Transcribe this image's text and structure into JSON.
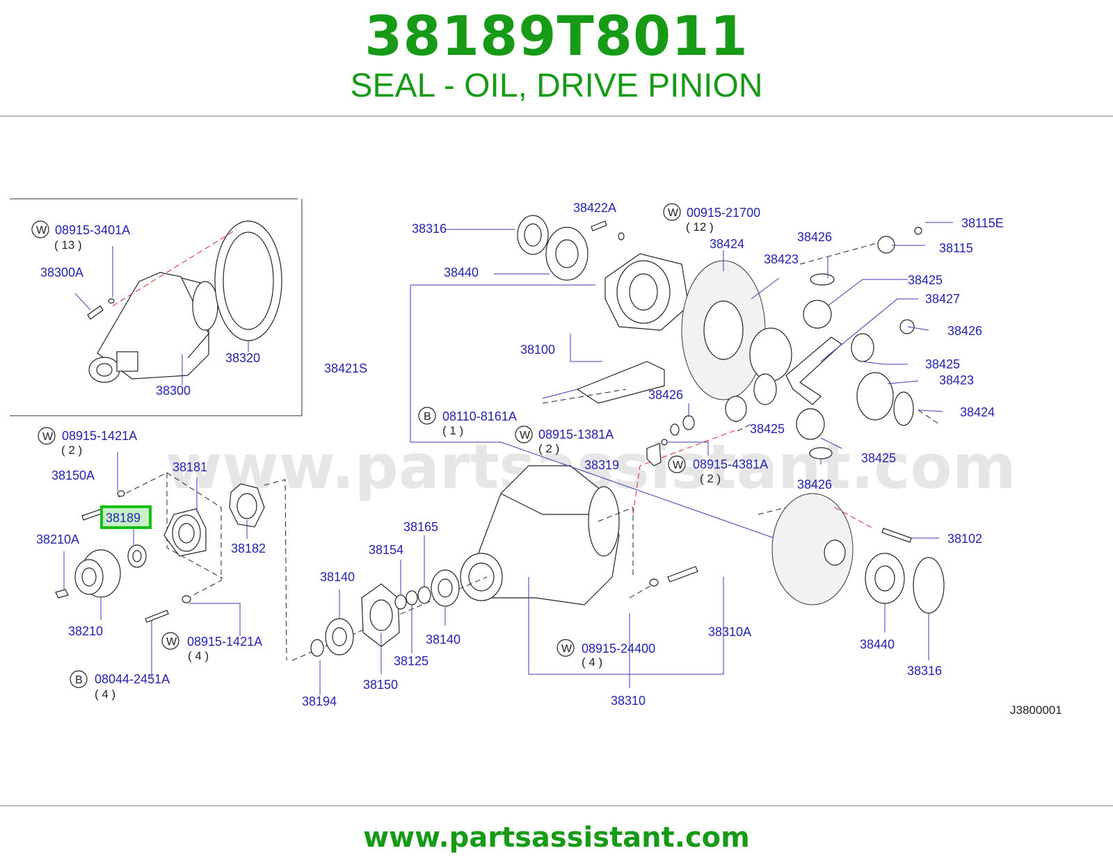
{
  "header": {
    "part_number": "38189T8011",
    "description": "SEAL - OIL, DRIVE PINION"
  },
  "watermark": "www.partsassistant.com",
  "footer": {
    "url": "www.partsassistant.com"
  },
  "diagram": {
    "drawing_code": "J3800001",
    "highlighted_part": "38189",
    "labels": {
      "p38316_top": "38316",
      "p38422A": "38422A",
      "p00915_21700": "00915-21700",
      "q12": "( 12 )",
      "p38115E": "38115E",
      "p38440_top": "38440",
      "p38424_top": "38424",
      "p38426_top": "38426",
      "p38115": "38115",
      "p38423_top": "38423",
      "p38425_a": "38425",
      "p38427": "38427",
      "p38426_b": "38426",
      "p38100": "38100",
      "p38425_b": "38425",
      "p38421S": "38421S",
      "p38423_b": "38423",
      "p38426_c": "38426",
      "p38424_b": "38424",
      "p38425_c": "38425",
      "p08110_8161A": "08110-8161A",
      "q1": "( 1 )",
      "p08915_1381A": "08915-1381A",
      "q2a": "( 2 )",
      "p38319": "38319",
      "p08915_4381A": "08915-4381A",
      "q2b": "( 2 )",
      "p38425_d": "38425",
      "p38426_d": "38426",
      "p08915_3401A": "08915-3401A",
      "q13": "( 13 )",
      "p38300A": "38300A",
      "p38320": "38320",
      "p38300": "38300",
      "p08915_1421A_a": "08915-1421A",
      "q2c": "( 2 )",
      "p38150A": "38150A",
      "p38181": "38181",
      "p38189": "38189",
      "p38210A": "38210A",
      "p38182": "38182",
      "p38210": "38210",
      "p08915_1421A_b": "08915-1421A",
      "q4a": "( 4 )",
      "p08044_2451A": "08044-2451A",
      "q4b": "( 4 )",
      "p38165": "38165",
      "p38154": "38154",
      "p38140_a": "38140",
      "p38140_b": "38140",
      "p38125": "38125",
      "p38150": "38150",
      "p38194": "38194",
      "p38102": "38102",
      "p38440_b": "38440",
      "p38316_b": "38316",
      "p38310A": "38310A",
      "p08915_24400": "08915-24400",
      "q4c": "( 4 )",
      "p38310": "38310"
    },
    "markers": {
      "washer": "W",
      "bolt": "B"
    }
  }
}
